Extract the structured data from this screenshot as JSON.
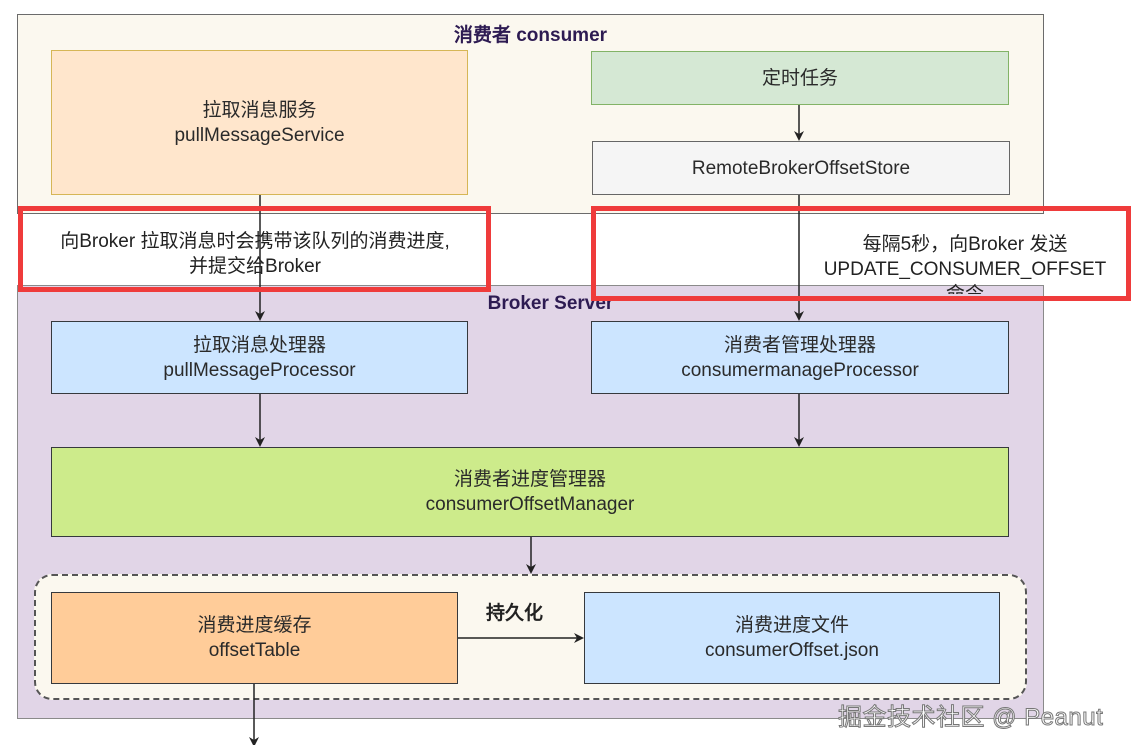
{
  "consumer": {
    "title": "消费者 consumer",
    "pull_service": {
      "zh": "拉取消息服务",
      "en": "pullMessageService"
    },
    "scheduled_task": {
      "zh": "定时任务"
    },
    "offset_store": {
      "en": "RemoteBrokerOffsetStore"
    }
  },
  "notes": {
    "left": {
      "line1": "向Broker 拉取消息时会携带该队列的消费进度,",
      "line2": "并提交给Broker"
    },
    "right": {
      "line1": "每隔5秒，向Broker 发送",
      "line2": "UPDATE_CONSUMER_OFFSET",
      "line3": "命令"
    }
  },
  "broker": {
    "title": "Broker Server",
    "pull_processor": {
      "zh": "拉取消息处理器",
      "en": "pullMessageProcessor"
    },
    "manage_processor": {
      "zh": "消费者管理处理器",
      "en": "consumermanageProcessor"
    },
    "offset_manager": {
      "zh": "消费者进度管理器",
      "en": "consumerOffsetManager"
    },
    "offset_cache": {
      "zh": "消费进度缓存",
      "en": "offsetTable"
    },
    "persist_label": "持久化",
    "offset_file": {
      "zh": "消费进度文件",
      "en": "consumerOffset.json"
    }
  },
  "colors": {
    "highlight": "#ef3b3b",
    "consumer_bg": "#fbf8ef",
    "broker_bg": "#e1d5e7",
    "pull_service": "#ffe6cc",
    "scheduled_task": "#d5e8d4",
    "processor": "#cce5ff",
    "offset_manager": "#cdeb8b",
    "offset_cache": "#ffcc99"
  },
  "watermark": "掘金技术社区 @ Peanut"
}
